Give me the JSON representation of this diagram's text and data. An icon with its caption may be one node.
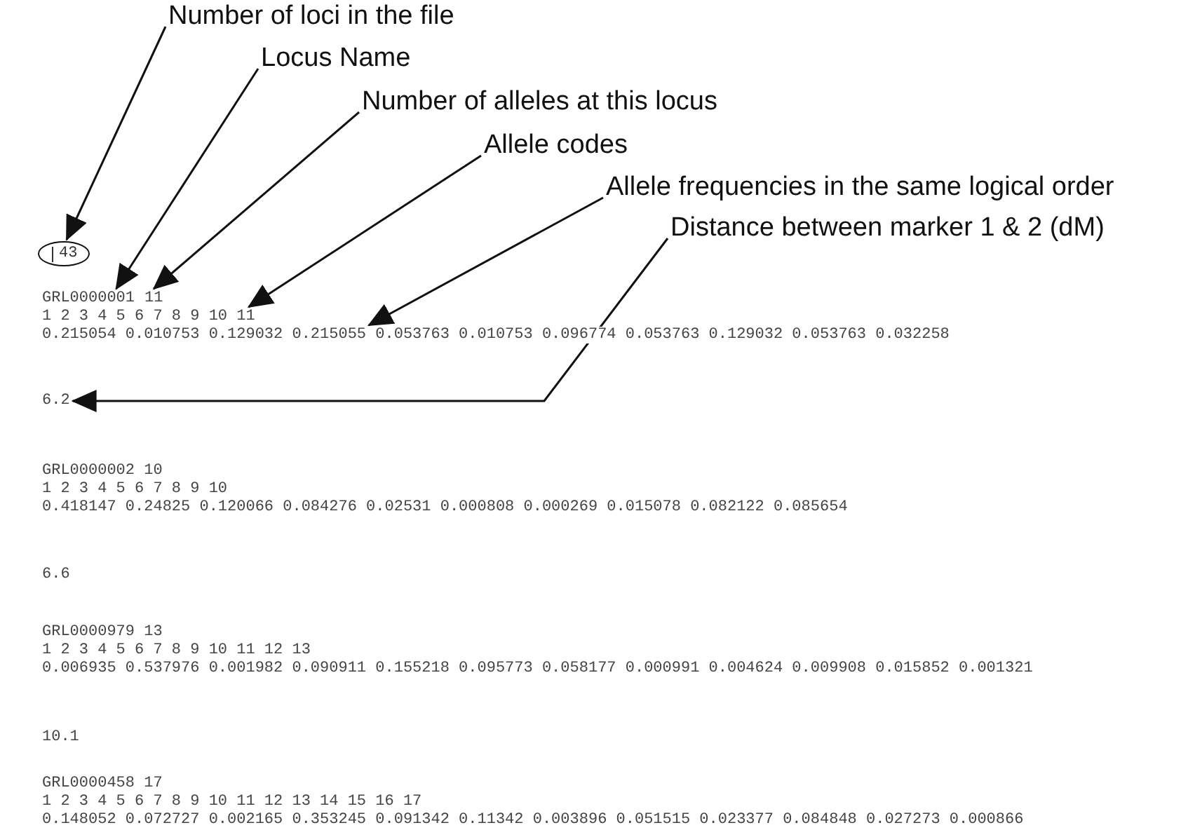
{
  "diagram": {
    "nodes": [
      {
        "text": [
          "Number of loci in the file"
        ]
      },
      {
        "text": [
          "Locus Name"
        ]
      },
      {
        "text": [
          "Number of alleles at this locus"
        ]
      },
      {
        "text": [
          "Allele codes"
        ]
      },
      {
        "text": [
          "Allele frequencies in the same logical order"
        ]
      },
      {
        "text": [
          "Distance between marker 1 & 2 (dM)"
        ]
      },
      {
        "text": [
          "43"
        ]
      },
      {
        "text": [
          "GRL0000001"
        ]
      },
      {
        "text": [
          "11"
        ]
      },
      {
        "text": [
          "1 2 3 4 5 6 7 8 9 10 11"
        ]
      },
      {
        "text": [
          "0.215054 0.010753 0.129032 0.215055 0.053763 0.010753 0.096774 0.053763 0.129032 0.053763 0.032258"
        ]
      },
      {
        "text": [
          "6.2"
        ]
      }
    ],
    "edges": [
      {
        "from": 0,
        "to": 6,
        "arrow": "to"
      },
      {
        "from": 1,
        "to": 7,
        "arrow": "to"
      },
      {
        "from": 2,
        "to": 8,
        "arrow": "to"
      },
      {
        "from": 3,
        "to": 9,
        "arrow": "to"
      },
      {
        "from": 4,
        "to": 10,
        "arrow": "to"
      },
      {
        "from": 5,
        "to": 11,
        "arrow": "to"
      }
    ],
    "labels": [
      "GRL0000002 10",
      "1 2 3 4 5 6 7 8 9 10",
      "0.418147 0.24825 0.120066 0.084276 0.02531 0.000808 0.000269 0.015078 0.082122 0.085654",
      "6.6",
      "GRL0000979 13",
      "1 2 3 4 5 6 7 8 9 10 11 12 13",
      "0.006935 0.537976 0.001982 0.090911 0.155218 0.095773 0.058177 0.000991 0.004624 0.009908 0.015852 0.001321",
      "10.1",
      "GRL0000458 17",
      "1 2 3 4 5 6 7 8 9 10 11 12 13 14 15 16 17",
      "0.148052 0.072727 0.002165 0.353245 0.091342 0.11342 0.003896 0.051515 0.023377 0.084848 0.027273 0.000866"
    ]
  }
}
